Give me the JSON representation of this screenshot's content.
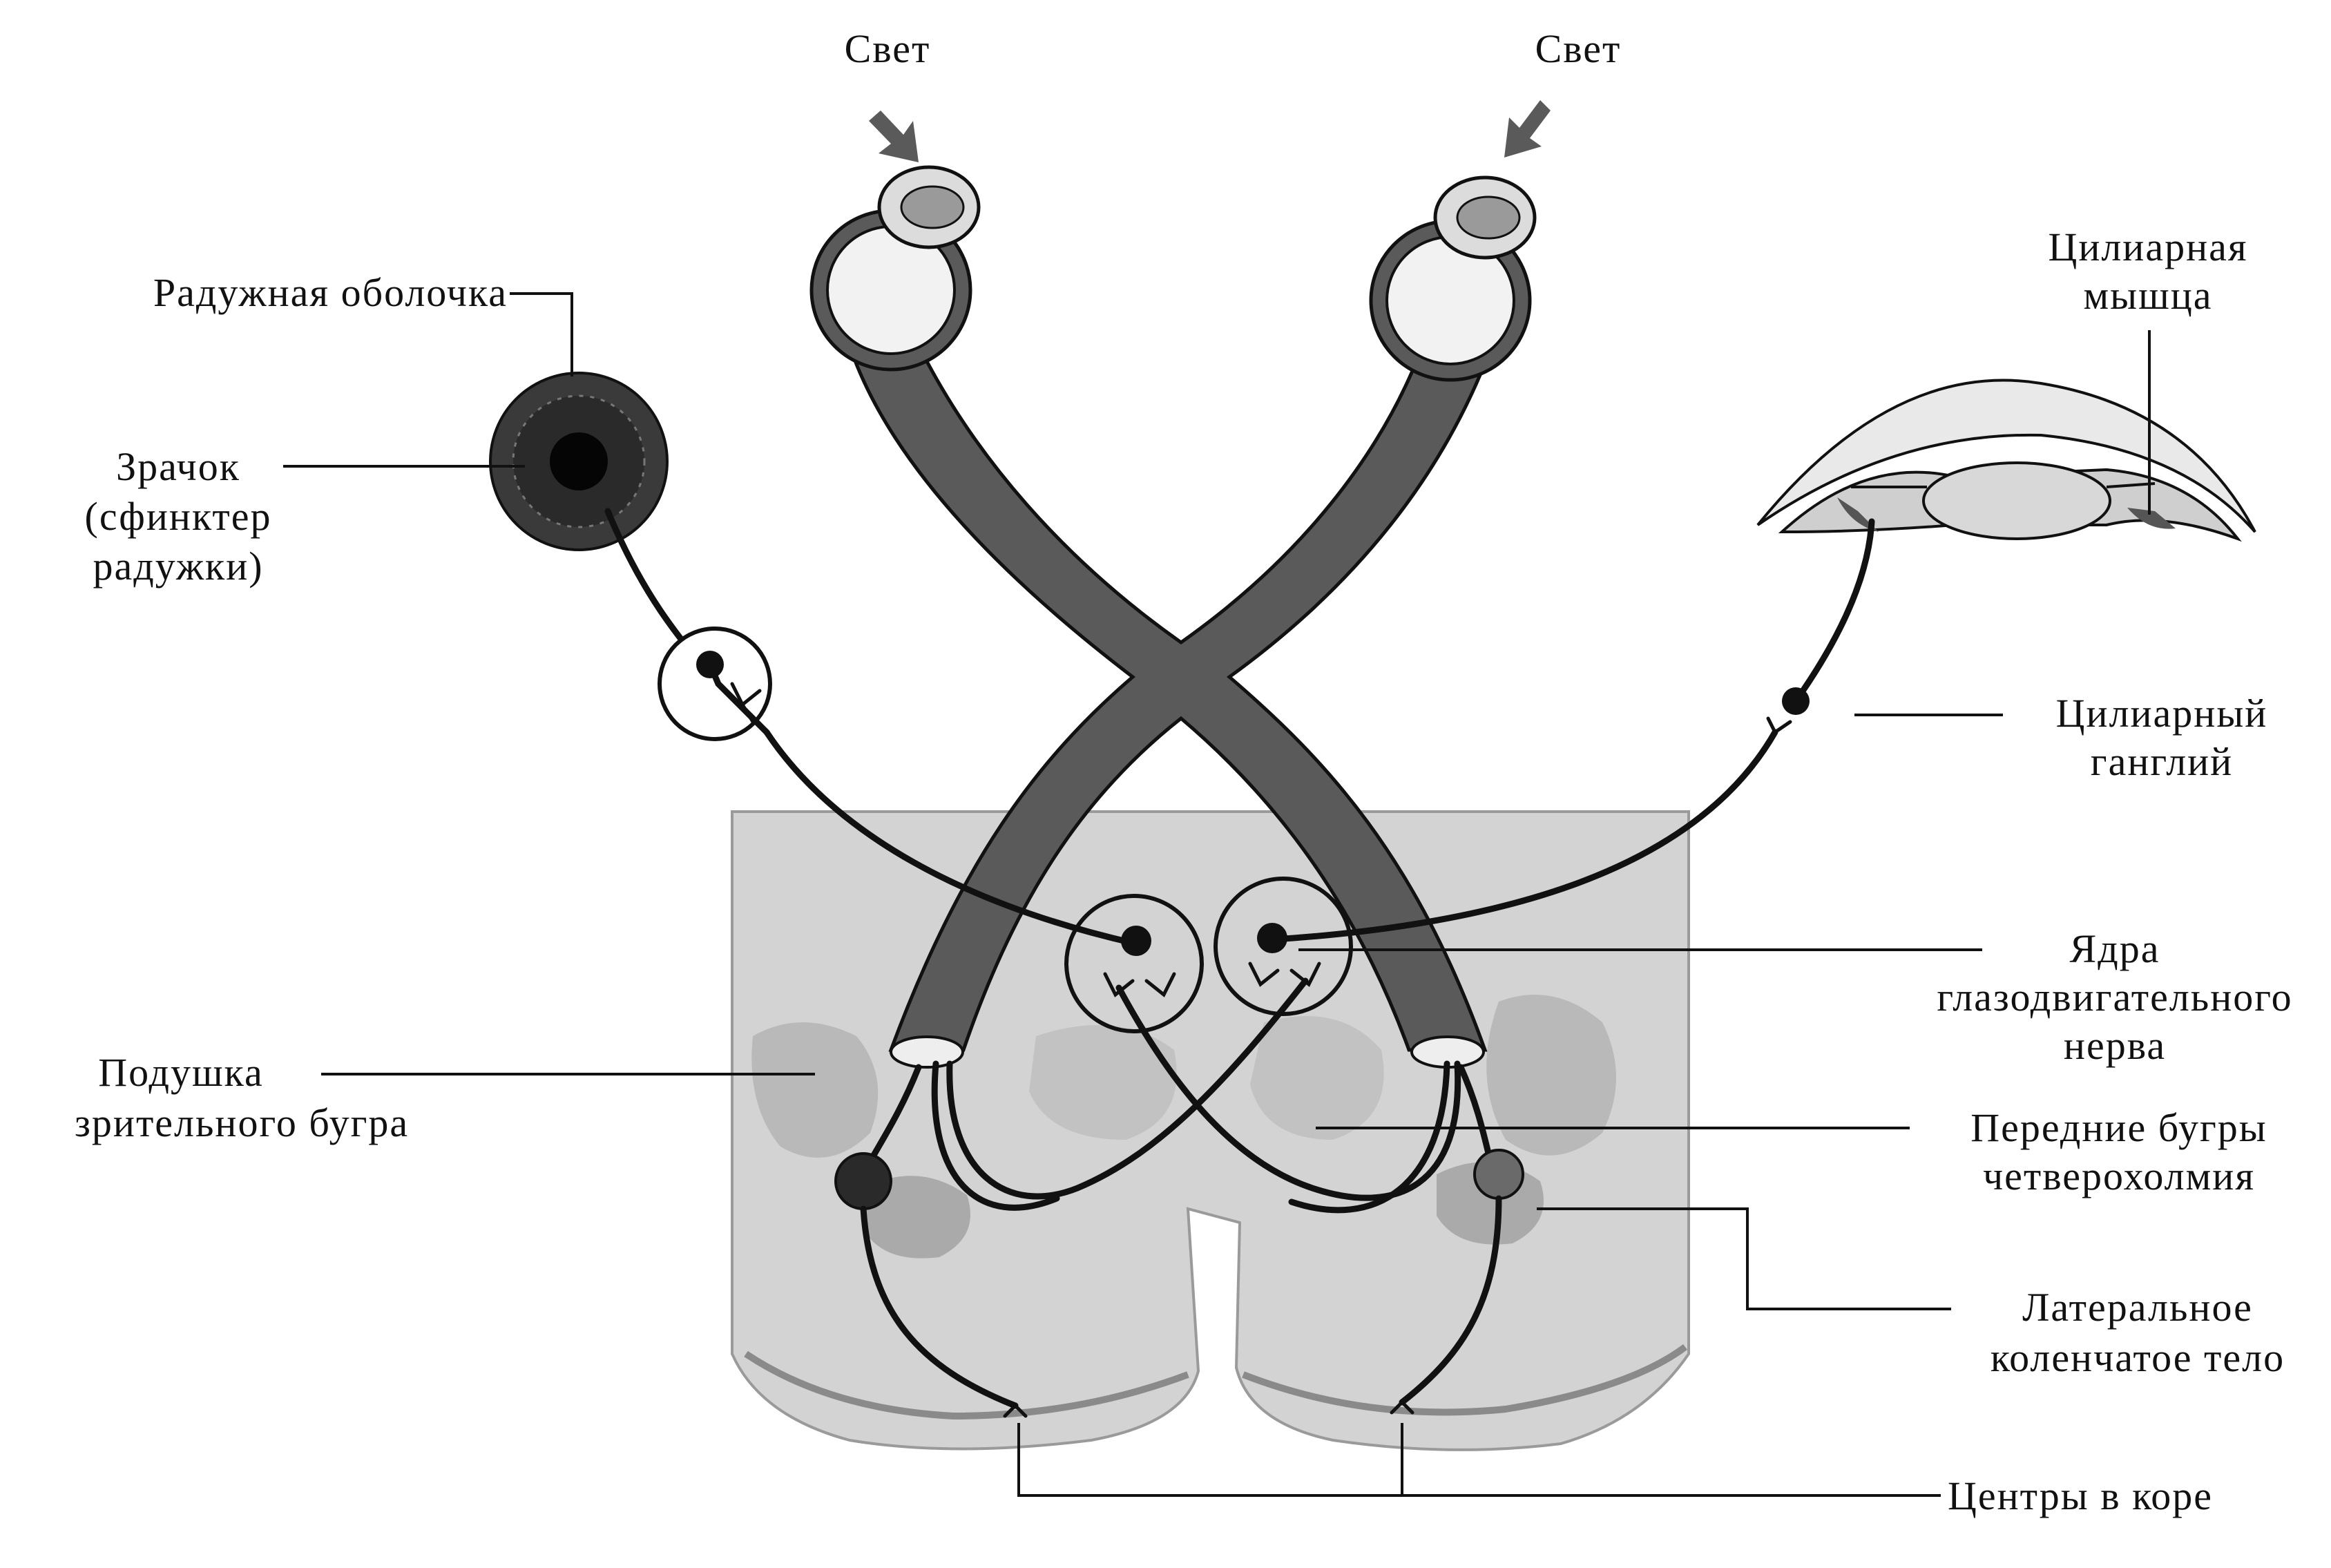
{
  "labels": {
    "light_left": "Свет",
    "light_right": "Свет",
    "iris": "Радужная оболочка",
    "pupil_line1": "Зрачок",
    "pupil_line2": "(сфинктер",
    "pupil_line3": "радужки)",
    "ciliary_muscle_line1": "Цилиарная",
    "ciliary_muscle_line2": "мышца",
    "ciliary_ganglion_line1": "Цилиарный",
    "ciliary_ganglion_line2": "ганглий",
    "nuclei_line1": "Ядра",
    "nuclei_line2": "глазодвигательного",
    "nuclei_line3": "нерва",
    "pulvinar_line1": "Подушка",
    "pulvinar_line2": "зрительного бугра",
    "colliculi_line1": "Передние бугры",
    "colliculi_line2": "четверохолмия",
    "lgn_line1": "Латеральное",
    "lgn_line2": "коленчатое тело",
    "cortex": "Центры в коре"
  },
  "colors": {
    "nerve_tract": "#5a5a5a",
    "brain_tissue": "#cfcfcf",
    "background": "#ffffff",
    "ink": "#111111"
  }
}
